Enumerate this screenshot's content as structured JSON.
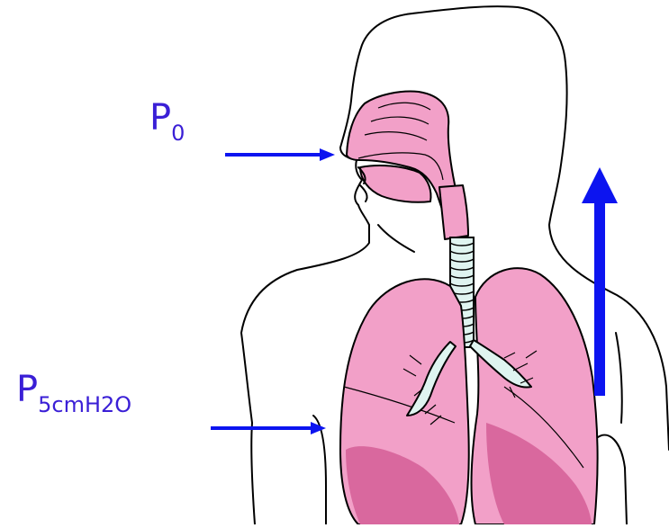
{
  "labels": {
    "top": {
      "main": "P",
      "sub": "0"
    },
    "bottom": {
      "main": "P",
      "sub": "5cmH2O"
    }
  },
  "colors": {
    "arrow": "#0c14f0",
    "label": "#3a1fd6",
    "tissue": "#f2a0c8",
    "tissue_dark": "#d9689e",
    "outline": "#000000",
    "trachea": "#dff4f0"
  },
  "icons": [
    "arrow-right-icon",
    "arrow-up-icon"
  ]
}
